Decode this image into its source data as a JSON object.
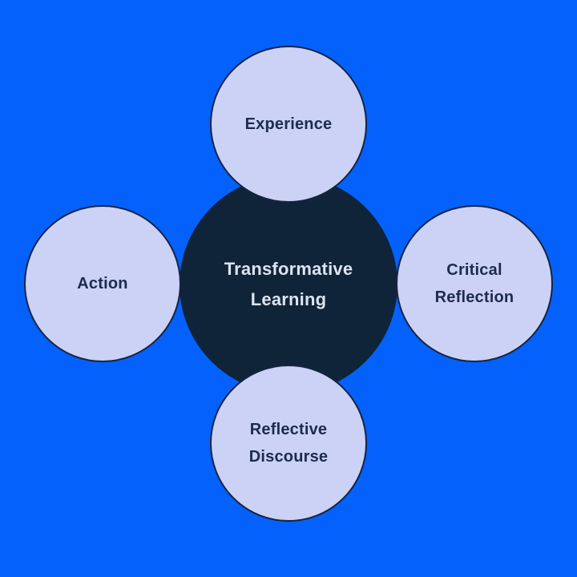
{
  "colors": {
    "background": "#0461fb",
    "center-fill": "#0f2439",
    "center-text": "#dce4f2",
    "node-fill": "#cbd2f6",
    "node-border": "#16243f",
    "node-text": "#1d2b4d"
  },
  "diagram": {
    "center": {
      "label": "Transformative Learning"
    },
    "nodes": [
      {
        "label": "Experience",
        "position": "top"
      },
      {
        "label": "Critical Reflection",
        "position": "right"
      },
      {
        "label": "Reflective Discourse",
        "position": "bottom"
      },
      {
        "label": "Action",
        "position": "left"
      }
    ]
  }
}
